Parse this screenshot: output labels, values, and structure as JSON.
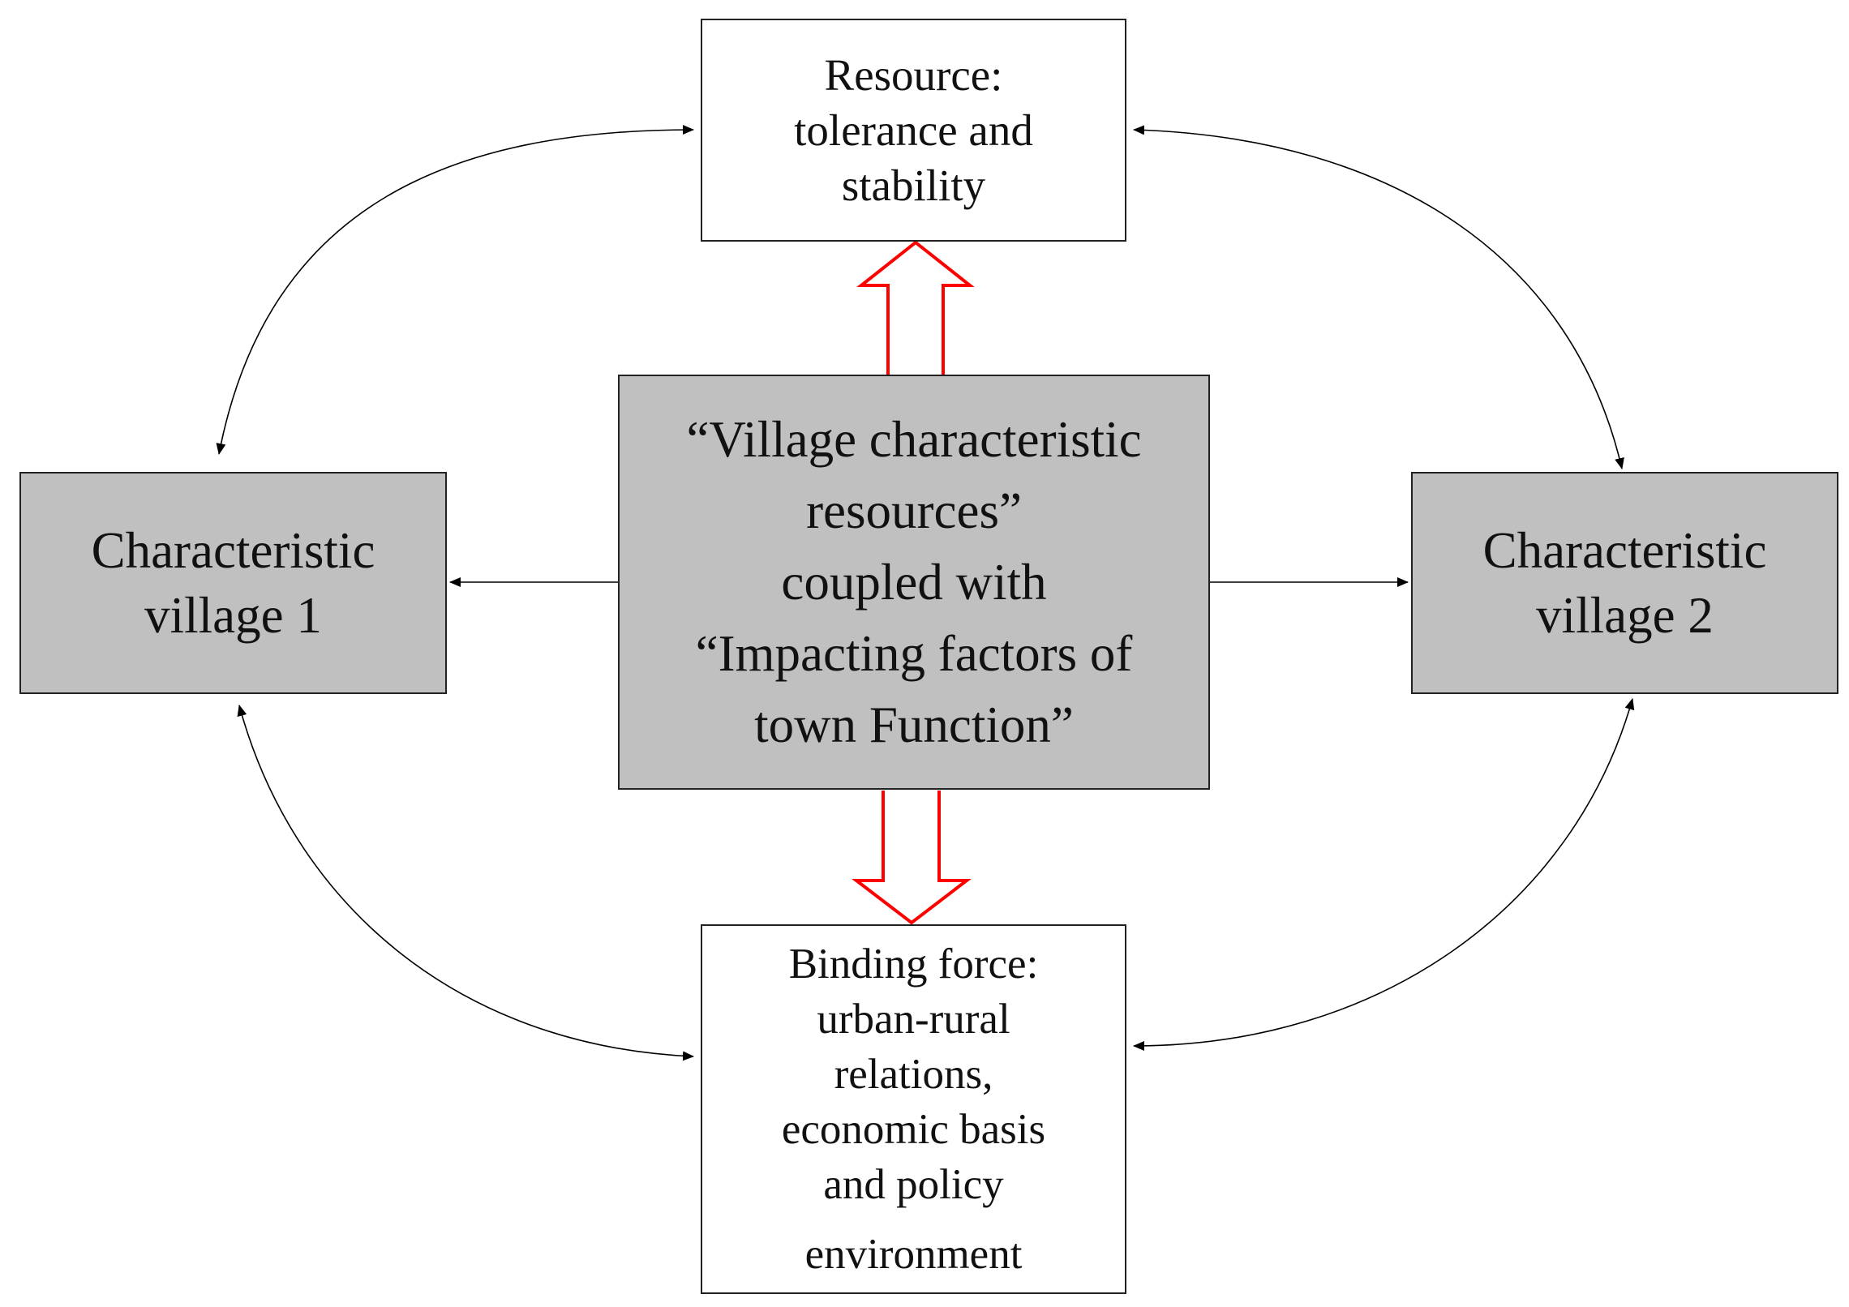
{
  "nodes": {
    "top": {
      "lines": [
        "Resource:",
        "tolerance and",
        "stability"
      ]
    },
    "center": {
      "lines": [
        "“Village characteristic",
        "resources”",
        "coupled with",
        "“Impacting factors of",
        "town Function”"
      ]
    },
    "left": {
      "lines": [
        "Characteristic",
        "village 1"
      ]
    },
    "right": {
      "lines": [
        "Characteristic",
        "village 2"
      ]
    },
    "bottom": {
      "lines": [
        "Binding force:",
        "urban-rural",
        "relations,",
        "economic basis",
        "and policy",
        "environment"
      ]
    }
  },
  "colors": {
    "grey_box": "#c0c0c0",
    "white_box": "#ffffff",
    "border": "#222222",
    "black_arrow": "#000000",
    "red_arrow": "#ff0000"
  }
}
